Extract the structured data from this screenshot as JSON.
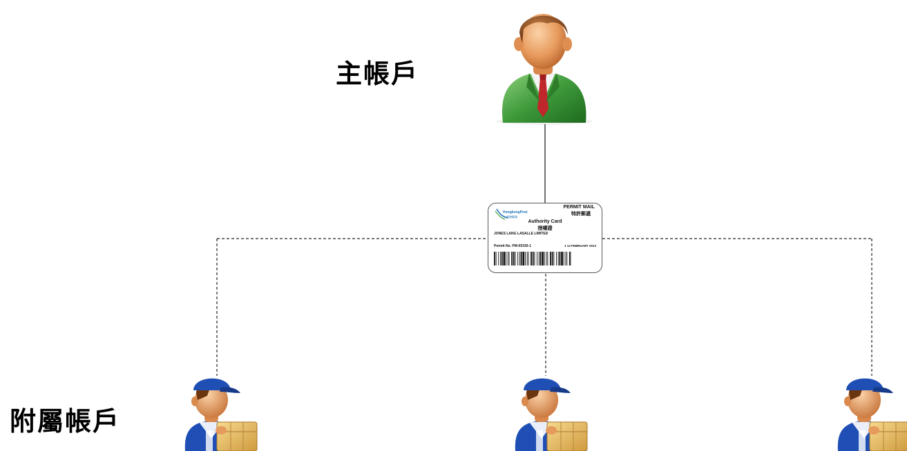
{
  "labels": {
    "main_account": "主帳戶",
    "sub_account": "附屬帳戶"
  },
  "card": {
    "logo_text": "HongkongPost",
    "logo_sub": "香港郵政",
    "permit_title": "PERMIT MAIL",
    "permit_subtitle": "特許郵遞",
    "card_title": "Authority Card",
    "card_subtitle": "授權證",
    "company": "JONES LANG LASALLE LIMITED",
    "permit_number": "Permit No. PM-05330-1",
    "date": "1 13 FEBRUARY 2013"
  },
  "icons": {
    "main_user": "businessman-icon",
    "sub_users": [
      "delivery-man-icon",
      "delivery-man-icon",
      "delivery-man-icon"
    ]
  },
  "colors": {
    "suit": "#3e9a3a",
    "tie": "#c0262b",
    "cap": "#1f4fb4",
    "parcel": "#e7b85c",
    "line": "#222222"
  }
}
